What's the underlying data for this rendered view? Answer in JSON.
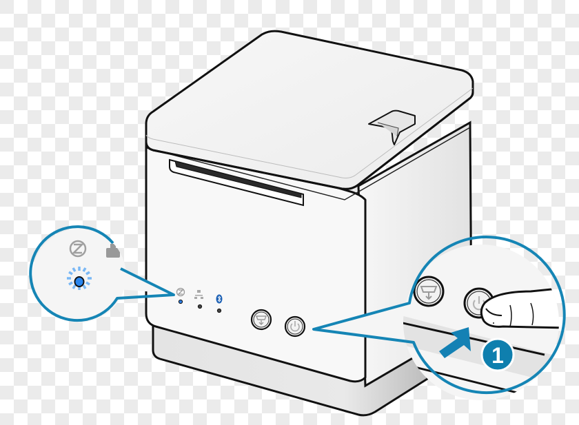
{
  "figure": {
    "subject": "Receipt printer (front view, isometric)",
    "step_badge": {
      "number": "1",
      "color": "#0f7fae"
    },
    "callout_color": "#1585b5",
    "indicators": [
      {
        "name": "power-status-led",
        "icon": "power-z-icon",
        "state": "blinking-blue",
        "color": "#3b8df0"
      },
      {
        "name": "network-led",
        "icon": "network-icon",
        "state": "off"
      },
      {
        "name": "bluetooth-led",
        "icon": "bluetooth-icon",
        "icon_color": "#1a5fb4",
        "state": "off"
      }
    ],
    "buttons": [
      {
        "name": "feed-button",
        "icon": "paper-feed-icon"
      },
      {
        "name": "power-button",
        "icon": "power-icon"
      }
    ],
    "callouts": [
      {
        "name": "led-zoom-callout",
        "shows": "Power LED blinking blue"
      },
      {
        "name": "power-button-zoom-callout",
        "shows": "Press power button"
      }
    ]
  }
}
